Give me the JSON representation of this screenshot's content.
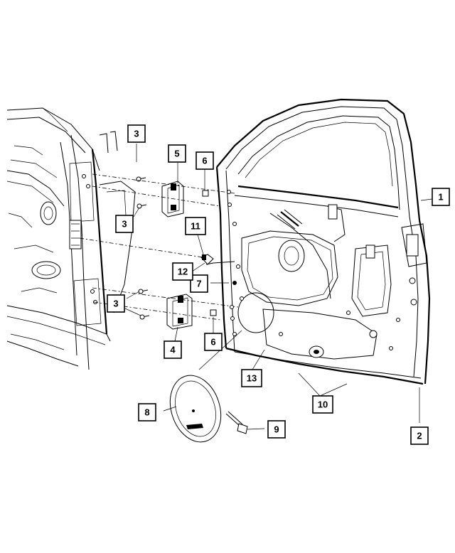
{
  "diagram": {
    "callouts": [
      {
        "id": "c1",
        "label": "1"
      },
      {
        "id": "c2",
        "label": "2"
      },
      {
        "id": "c3a",
        "label": "3"
      },
      {
        "id": "c3b",
        "label": "3"
      },
      {
        "id": "c3c",
        "label": "3"
      },
      {
        "id": "c4",
        "label": "4"
      },
      {
        "id": "c5",
        "label": "5"
      },
      {
        "id": "c6a",
        "label": "6"
      },
      {
        "id": "c6b",
        "label": "6"
      },
      {
        "id": "c7",
        "label": "7"
      },
      {
        "id": "c8",
        "label": "8"
      },
      {
        "id": "c9",
        "label": "9"
      },
      {
        "id": "c10",
        "label": "10"
      },
      {
        "id": "c11",
        "label": "11"
      },
      {
        "id": "c12",
        "label": "12"
      },
      {
        "id": "c13",
        "label": "13"
      }
    ]
  }
}
